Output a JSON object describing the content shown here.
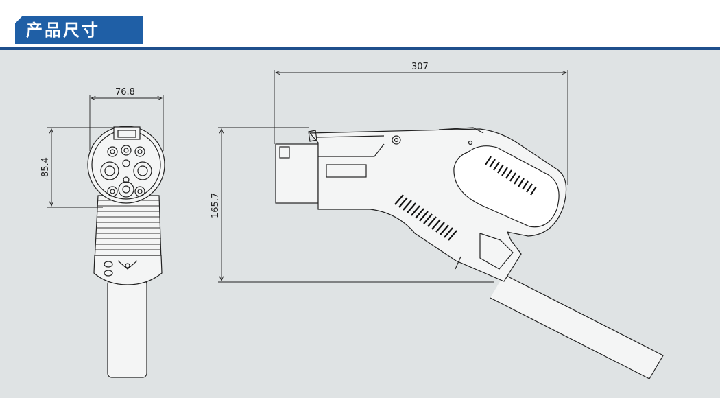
{
  "header": {
    "title": "产品尺寸"
  },
  "dimensions": {
    "front_width": "76.8",
    "front_height": "85.4",
    "side_length": "307",
    "side_height": "165.7"
  },
  "colors": {
    "accent": "#1f5fa6",
    "rule": "#1f4f8c",
    "panel": "#dfe3e4",
    "line": "#222222"
  }
}
